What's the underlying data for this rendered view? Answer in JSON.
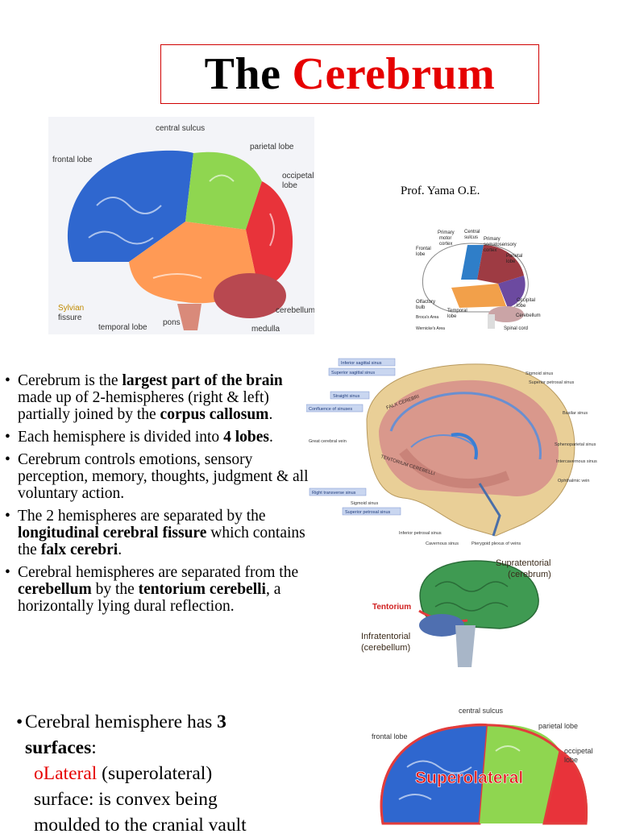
{
  "title": {
    "word1": "The",
    "word2": "Cerebrum",
    "accent_color": "#e60000"
  },
  "author": "Prof. Yama O.E.",
  "figure1": {
    "labels": {
      "central_sulcus": "central sulcus",
      "parietal_lobe": "parietal lobe",
      "frontal_lobe": "frontal lobe",
      "occipetal": "occipetal",
      "lobe": "lobe",
      "sylvian": "Sylvian",
      "fissure": "fissure",
      "cerebellum": "cerebellum",
      "temporal_lobe": "temporal lobe",
      "pons": "pons",
      "medulla": "medulla"
    }
  },
  "figure2": {
    "labels": {
      "primary_motor_1": "Primary",
      "primary_motor_2": "motor",
      "primary_motor_3": "cortex",
      "central_1": "Central",
      "central_2": "sulcus",
      "somato_1": "Primary",
      "somato_2": "somatosensory",
      "somato_3": "cortex",
      "frontal_1": "Frontal",
      "frontal_2": "lobe",
      "parietal_1": "Parietal",
      "parietal_2": "lobe",
      "olfactory_1": "Olfactory",
      "olfactory_2": "bulb",
      "temporal_1": "Temporal",
      "temporal_2": "lobe",
      "occipital_1": "Occipital",
      "occipital_2": "lobe",
      "brocas": "Broca's Area",
      "cerebellum": "Cerebellum",
      "wernickes": "Wernicke's Area",
      "spinal": "Spinal cord"
    }
  },
  "figure3": {
    "labels": {
      "inferior_sagittal": "Inferior sagittal sinus",
      "superior_sagittal": "Superior sagittal sinus",
      "straight": "Straight sinus",
      "confluence": "Confluence of sinuses",
      "great_vein": "Great cerebral vein",
      "right_transverse": "Right transverse sinus",
      "sigmoid_left": "Sigmoid sinus",
      "superior_petrosal_left": "Superior petrosal sinus",
      "inferior_petrosal": "Inferior petrosal sinus",
      "cavernous": "Cavernous sinus",
      "pterygoid": "Pterygoid plexus of veins",
      "sigmoid_right": "Sigmoid sinus",
      "superior_petrosal_right": "Superior petrosal sinus",
      "basilar": "Basilar sinus",
      "sphenoparietal": "Sphenoparietal sinus",
      "intercavernous": "Intercavernous sinus",
      "ophthalmic": "Ophthalmic vein",
      "falx": "FALX CEREBRI",
      "tentorium": "TENTORIUM CEREBELLI"
    }
  },
  "figure4": {
    "labels": {
      "supratentorial": "Supratentorial",
      "cerebrum": "(cerebrum)",
      "tentorium": "Tentorium",
      "infratentorial": "Infratentorial",
      "cerebellum": "(cerebellum)"
    }
  },
  "figure5": {
    "labels": {
      "central_sulcus": "central sulcus",
      "parietal_lobe": "parietal lobe",
      "frontal_lobe": "frontal lobe",
      "occipetal": "occipetal",
      "lobe": "lobe",
      "superolateral": "Superolateral"
    }
  },
  "bullets": [
    {
      "parts": [
        "Cerebrum is the ",
        "largest part of the brain",
        " made up of 2-hemispheres (right & left) partially joined by the ",
        "corpus callosum",
        "."
      ]
    },
    {
      "parts": [
        "Each hemisphere is divided into ",
        "4 lobes",
        "."
      ]
    },
    {
      "parts": [
        "Cerebrum controls emotions, sensory perception, memory, thoughts, judgment & all voluntary action."
      ]
    },
    {
      "parts": [
        "The 2 hemispheres are separated by the ",
        "longitudinal cerebral fissure",
        " which contains the ",
        "falx cerebri",
        "."
      ]
    },
    {
      "parts": [
        "Cerebral hemispheres are separated from the ",
        "cerebellum",
        " by the ",
        "tentorium cerebelli",
        ", a horizontally lying dural reflection."
      ]
    }
  ],
  "lower": {
    "line1_a": "Cerebral hemisphere has ",
    "line1_b": "3",
    "line1_c": "surfaces",
    "line1_d": ":",
    "marker": "o",
    "lateral": "Lateral",
    "superolateral": " (superolateral)",
    "line3": "surface: is convex being",
    "line4": "moulded to the cranial vault"
  }
}
